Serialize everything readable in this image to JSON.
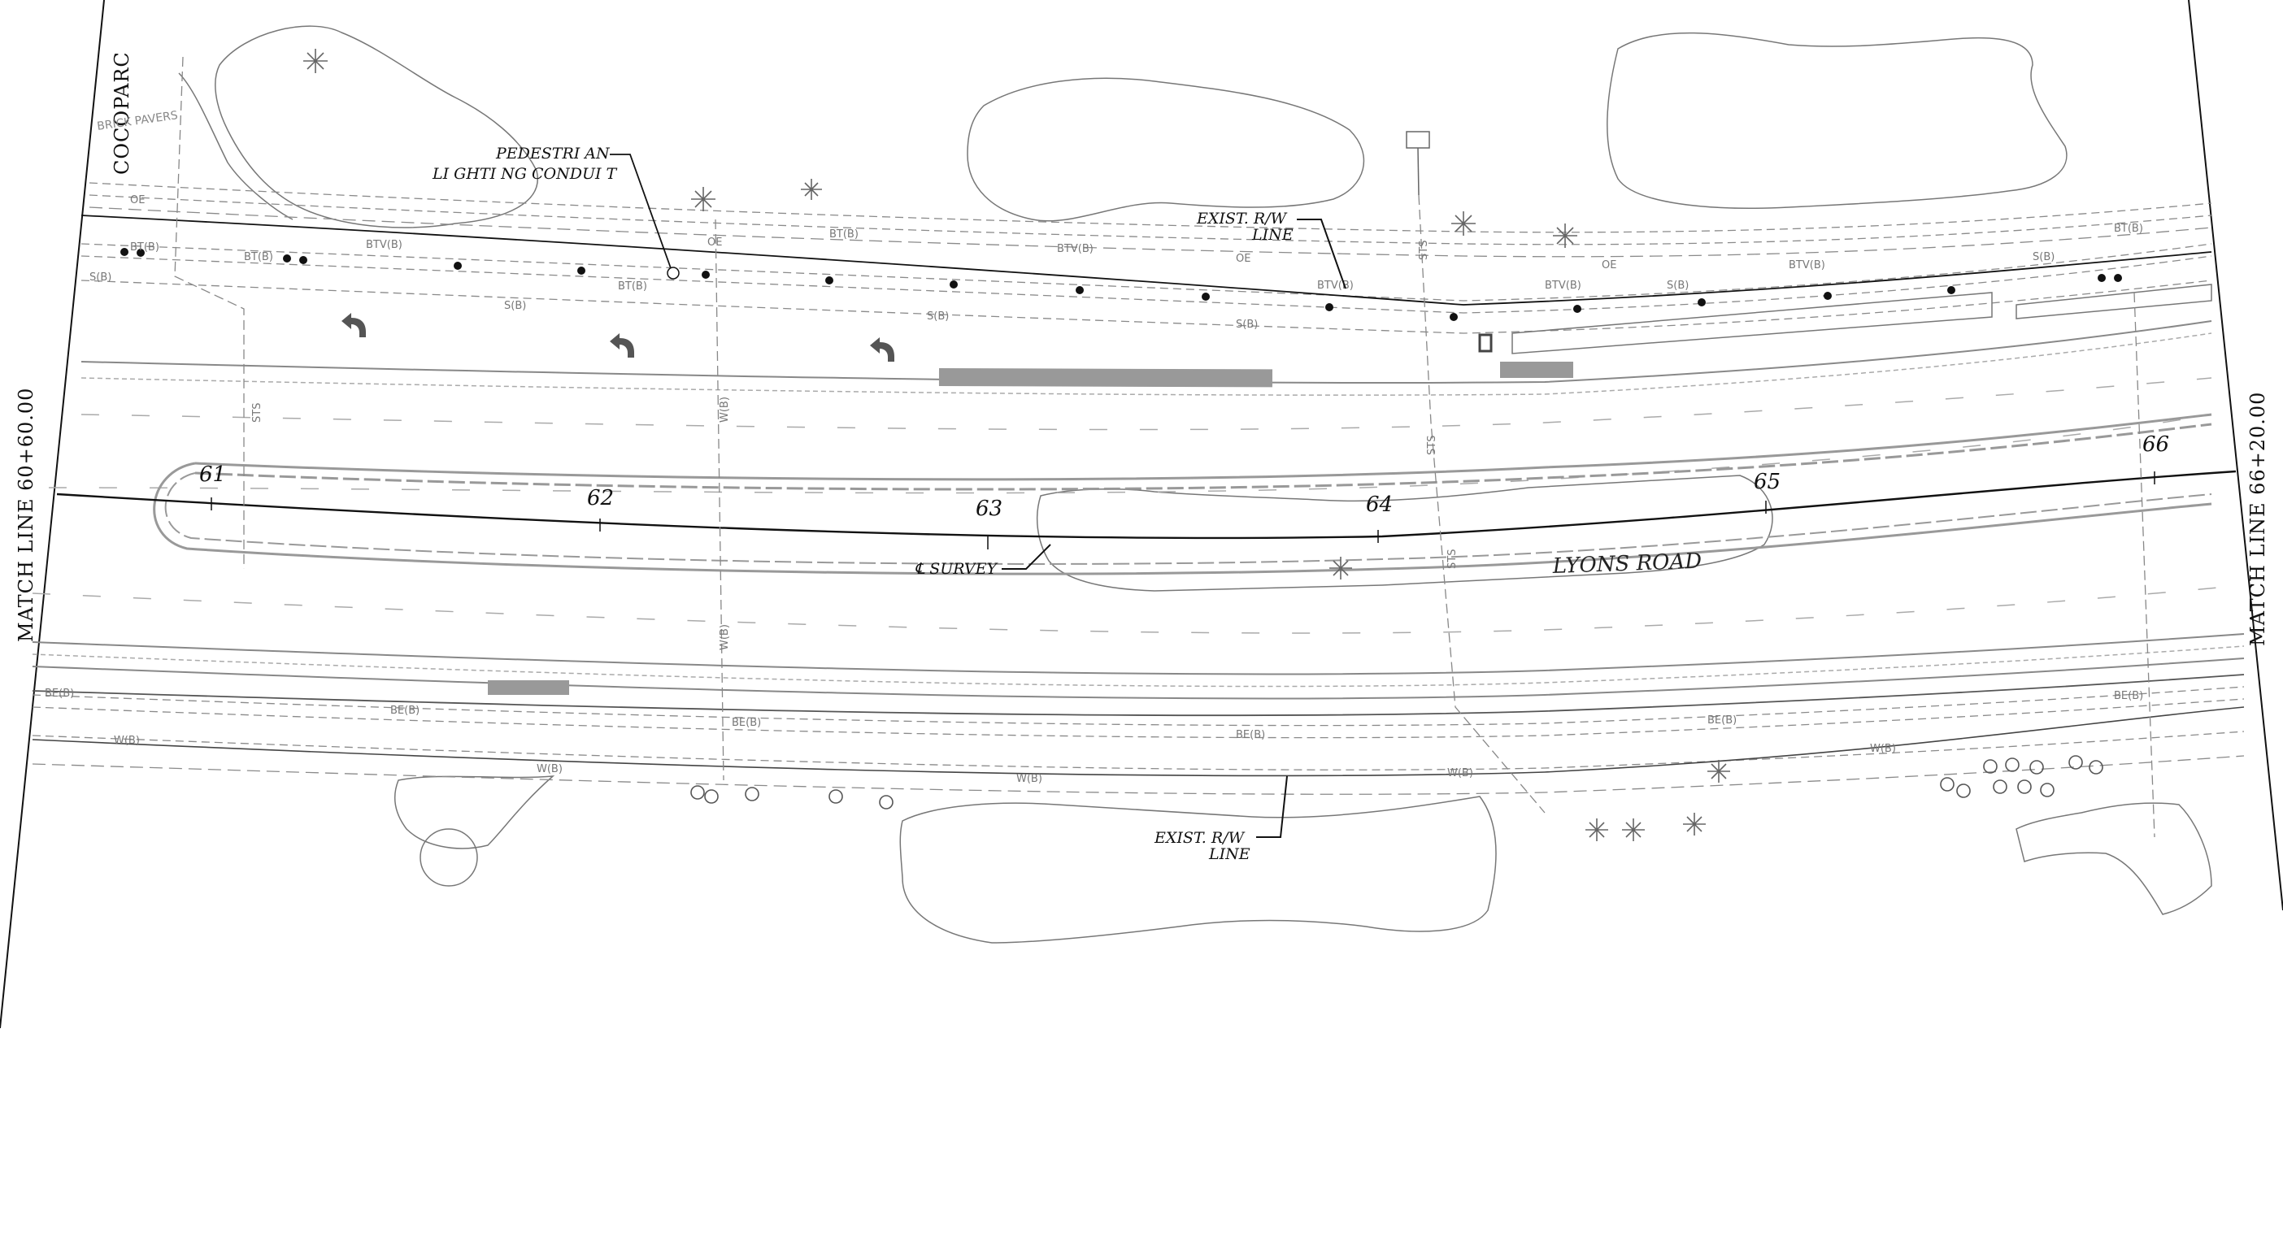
{
  "labels": {
    "match_left": "MATCH LINE 60+60.00",
    "match_right": "MATCH LINE 66+20.00",
    "cocoparc": "COCOPARC",
    "brick_pavers": "BRICK PAVERS",
    "ped_line1": "PEDESTRI AN",
    "ped_line2": "LI GHTI NG  CONDUI T",
    "rw_top_line1": "EXIST.  R/W",
    "rw_top_line2": "LINE",
    "rw_bot_line1": "EXIST.  R/W",
    "rw_bot_line2": "LINE",
    "survey": "℄ SURVEY",
    "road": "LYONS  ROAD"
  },
  "stations": [
    "61",
    "62",
    "63",
    "64",
    "65",
    "66"
  ],
  "utility_codes": {
    "bt": "BT(B)",
    "btv": "BTV(B)",
    "oe": "OE",
    "s": "S(B)",
    "be": "BE(B)",
    "w": "W(B)",
    "sts": "STS",
    "wb": "W(B)"
  },
  "colors": {
    "ink": "#111111",
    "utility": "#8a8a8a",
    "paint": "#9a9a9a"
  }
}
